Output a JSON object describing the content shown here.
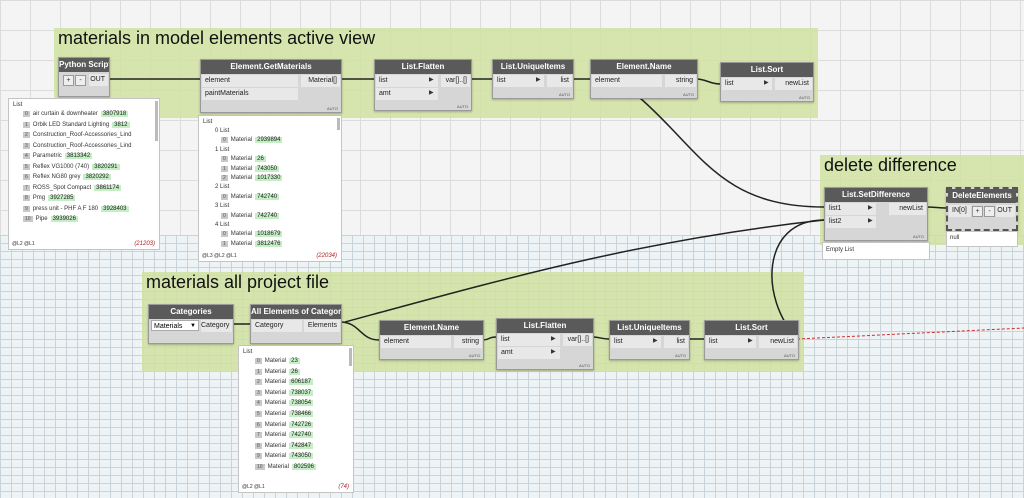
{
  "groups": {
    "model": "materials in model elements active view",
    "diff": "delete difference",
    "all": "materials all project file"
  },
  "nodes": {
    "python": {
      "title": "Python Script",
      "plus": "+",
      "minus": "-",
      "out": "OUT"
    },
    "getmat": {
      "title": "Element.GetMaterials",
      "in1": "element",
      "in2": "paintMaterials",
      "out": "Material[]",
      "lace": "AUTO"
    },
    "flatten1": {
      "title": "List.Flatten",
      "in1": "list",
      "in2": "amt",
      "out": "var[]..[]",
      "lace": "AUTO"
    },
    "unique1": {
      "title": "List.UniqueItems",
      "in1": "list",
      "out": "list",
      "lace": "AUTO"
    },
    "name1": {
      "title": "Element.Name",
      "in1": "element",
      "out": "string",
      "lace": "AUTO"
    },
    "sort1": {
      "title": "List.Sort",
      "in1": "list",
      "out": "newList",
      "lace": "AUTO"
    },
    "setdiff": {
      "title": "List.SetDifference",
      "in1": "list1",
      "in2": "list2",
      "out": "newList",
      "lace": "AUTO"
    },
    "delete": {
      "title": "DeleteElements",
      "in1": "IN[0]",
      "plus": "+",
      "minus": "-",
      "out": "OUT"
    },
    "categories": {
      "title": "Categories",
      "selected": "Materials",
      "out": "Category"
    },
    "allelems": {
      "title": "All Elements of Category",
      "in1": "Category",
      "out": "Elements"
    },
    "name2": {
      "title": "Element.Name",
      "in1": "element",
      "out": "string",
      "lace": "AUTO"
    },
    "flatten2": {
      "title": "List.Flatten",
      "in1": "list",
      "in2": "amt",
      "out": "var[]..[]",
      "lace": "AUTO"
    },
    "unique2": {
      "title": "List.UniqueItems",
      "in1": "list",
      "out": "list",
      "lace": "AUTO"
    },
    "sort2": {
      "title": "List.Sort",
      "in1": "list",
      "out": "newList",
      "lace": "AUTO"
    }
  },
  "previews": {
    "python": {
      "header": "List",
      "rows": [
        {
          "i": "0",
          "t": "air curtain & downheater",
          "v": "3807918"
        },
        {
          "i": "1",
          "t": "Orbik LED Standard Lighting",
          "v": "3812"
        },
        {
          "i": "2",
          "t": "Construction_Roof-Accessories_Lind",
          "v": ""
        },
        {
          "i": "3",
          "t": "Construction_Roof-Accessories_Lind",
          "v": ""
        },
        {
          "i": "4",
          "t": "Parametric",
          "v": "3813342"
        },
        {
          "i": "5",
          "t": "Reflex VG1000 (740)",
          "v": "3820291"
        },
        {
          "i": "6",
          "t": "Reflex NG80 grey",
          "v": "3820292"
        },
        {
          "i": "7",
          "t": "ROSS_Spot Compact",
          "v": "3861174"
        },
        {
          "i": "8",
          "t": "Pmg",
          "v": "3927285"
        },
        {
          "i": "9",
          "t": "press unit - PHF A F 180",
          "v": "3928403"
        },
        {
          "i": "10",
          "t": "Pipe",
          "v": "3939026"
        }
      ],
      "footer": "@L2 @L1",
      "count": "(21203)"
    },
    "getmat": {
      "header": "List",
      "rows": [
        {
          "k": "g",
          "t": "0 List"
        },
        {
          "k": "r",
          "i": "0",
          "t": "Material",
          "v": "2939894"
        },
        {
          "k": "g",
          "t": "1 List"
        },
        {
          "k": "r",
          "i": "0",
          "t": "Material",
          "v": "26"
        },
        {
          "k": "r",
          "i": "1",
          "t": "Material",
          "v": "743050"
        },
        {
          "k": "r",
          "i": "2",
          "t": "Material",
          "v": "1017330"
        },
        {
          "k": "g",
          "t": "2 List"
        },
        {
          "k": "r",
          "i": "0",
          "t": "Material",
          "v": "742740"
        },
        {
          "k": "g",
          "t": "3 List"
        },
        {
          "k": "r",
          "i": "0",
          "t": "Material",
          "v": "742740"
        },
        {
          "k": "g",
          "t": "4 List"
        },
        {
          "k": "r",
          "i": "0",
          "t": "Material",
          "v": "1018679"
        },
        {
          "k": "r",
          "i": "1",
          "t": "Material",
          "v": "3812476"
        }
      ],
      "footer": "@L3 @L2 @L1",
      "count": "(22034)"
    },
    "setdiff": {
      "text": "Empty List"
    },
    "delete": {
      "text": "null"
    },
    "allelems": {
      "header": "List",
      "rows": [
        {
          "i": "0",
          "t": "Material",
          "v": "23"
        },
        {
          "i": "1",
          "t": "Material",
          "v": "26"
        },
        {
          "i": "2",
          "t": "Material",
          "v": "606187"
        },
        {
          "i": "3",
          "t": "Material",
          "v": "738037"
        },
        {
          "i": "4",
          "t": "Material",
          "v": "738054"
        },
        {
          "i": "5",
          "t": "Material",
          "v": "738466"
        },
        {
          "i": "6",
          "t": "Material",
          "v": "742726"
        },
        {
          "i": "7",
          "t": "Material",
          "v": "742740"
        },
        {
          "i": "8",
          "t": "Material",
          "v": "742847"
        },
        {
          "i": "9",
          "t": "Material",
          "v": "743050"
        },
        {
          "i": "10",
          "t": "Material",
          "v": "802596"
        }
      ],
      "footer": "@L2 @L1",
      "count": "(74)"
    }
  },
  "colors": {
    "group": "#d0e1a0",
    "header": "#5a5a5a",
    "value": "#c6eec6",
    "wire": "#222222"
  }
}
